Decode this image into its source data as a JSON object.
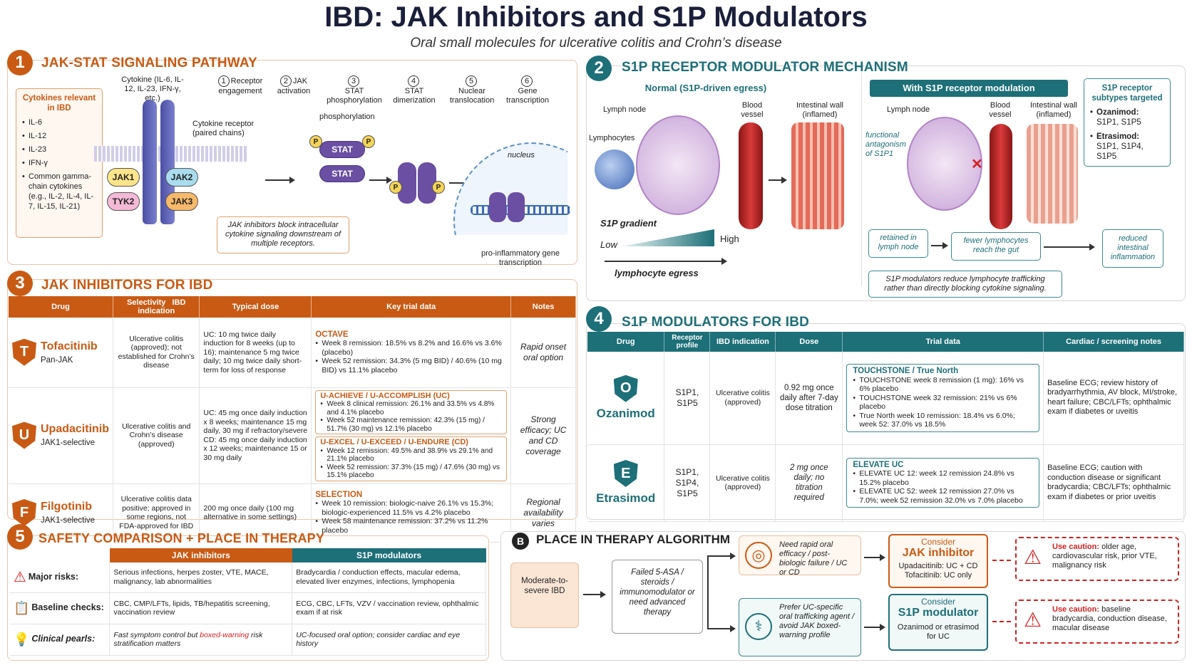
{
  "title": "IBD: JAK Inhibitors and S1P Modulators",
  "subtitle": "Oral small molecules for ulcerative colitis and Crohn’s disease",
  "s1": {
    "num": "1",
    "title": "JAK-STAT SIGNALING PATHWAY",
    "cyto_box_title": "Cytokines relevant in IBD",
    "cytokines": [
      "IL-6",
      "IL-12",
      "IL-23",
      "IFN-γ",
      "Common gamma-chain cytokines (e.g., IL-2, IL-4, IL-7, IL-15, IL-21)"
    ],
    "cytokine_label": "Cytokine (IL-6, IL-12, IL-23, IFN-γ, etc.)",
    "receptor_label": "Cytokine receptor (paired chains)",
    "jaks": [
      "JAK1",
      "TYK2",
      "JAK2",
      "JAK3"
    ],
    "steps": [
      {
        "n": "1",
        "label": "Receptor engagement"
      },
      {
        "n": "2",
        "label": "JAK activation"
      },
      {
        "n": "3",
        "label": "STAT phosphorylation"
      },
      {
        "n": "4",
        "label": "STAT dimerization"
      },
      {
        "n": "5",
        "label": "Nuclear translocation"
      },
      {
        "n": "6",
        "label": "Gene transcription"
      }
    ],
    "phos_label": "phosphorylation",
    "stat": "STAT",
    "p": "P",
    "nucleus": "nucleus",
    "gene_label": "pro-inflammatory gene transcription",
    "jak_note": "JAK inhibitors block intracellular cytokine signaling downstream of multiple receptors."
  },
  "s2": {
    "num": "2",
    "title": "S1P RECEPTOR MODULATOR MECHANISM",
    "normal_title": "Normal (S1P-driven egress)",
    "lymph_node": "Lymph node",
    "blood_vessel": "Blood vessel",
    "intestinal_wall": "Intestinal wall (inflamed)",
    "lymphocytes": "Lymphocytes",
    "gradient": "S1P gradient",
    "low": "Low",
    "high": "High",
    "egress": "lymphocyte egress",
    "mod_title": "With S1P receptor modulation",
    "func_antag": "functional antagonism of S1P1",
    "retained": "retained in lymph node",
    "fewer": "fewer lymphocytes reach the gut",
    "reduced": "reduced intestinal inflammation",
    "note": "S1P modulators reduce lymphocyte trafficking rather than directly blocking cytokine signaling.",
    "subtypes_title": "S1P receptor subtypes targeted",
    "subtypes": [
      {
        "drug": "Ozanimod:",
        "val": "S1P1, S1P5"
      },
      {
        "drug": "Etrasimod:",
        "val": "S1P1, S1P4, S1P5"
      }
    ]
  },
  "s3": {
    "num": "3",
    "title": "JAK INHIBITORS FOR IBD",
    "headers": [
      "Drug",
      "Selectivity",
      "IBD indication",
      "Typical dose",
      "Key trial data",
      "Notes"
    ],
    "rows": [
      {
        "letter": "T",
        "name": "Tofacitinib",
        "sel": "Pan-JAK",
        "ind": "Ulcerative colitis (approved); not established for Crohn’s disease",
        "dose": "UC: 10 mg twice daily induction for 8 weeks (up to 16); maintenance 5 mg twice daily; 10 mg twice daily short-term for loss of response",
        "trials": [
          {
            "name": "OCTAVE",
            "items": [
              "Week 8 remission: 18.5% vs 8.2% and 16.6% vs 3.6% (placebo)",
              "Week 52 remission: 34.3% (5 mg BID) / 40.6% (10 mg BID) vs 11.1% placebo"
            ]
          }
        ],
        "notes": "Rapid onset oral option"
      },
      {
        "letter": "U",
        "name": "Upadacitinib",
        "sel": "JAK1-selective",
        "ind": "Ulcerative colitis and Crohn’s disease (approved)",
        "dose": "UC: 45 mg once daily induction x 8 weeks; maintenance 15 mg daily, 30 mg if refractory/severe\nCD: 45 mg once daily induction x 12 weeks; maintenance 15 or 30 mg daily",
        "trials": [
          {
            "name": "U-ACHIEVE / U-ACCOMPLISH (UC)",
            "items": [
              "Week 8 clinical remission: 26.1% and 33.5% vs 4.8% and 4.1% placebo",
              "Week 52 maintenance remission: 42.3% (15 mg) / 51.7% (30 mg) vs 12.1% placebo"
            ]
          },
          {
            "name": "U-EXCEL / U-EXCEED / U-ENDURE (CD)",
            "items": [
              "Week 12 remission: 49.5% and 38.9% vs 29.1% and 21.1% placebo",
              "Week 52 remission: 37.3% (15 mg) / 47.6% (30 mg) vs 15.1% placebo"
            ]
          }
        ],
        "notes": "Strong efficacy; UC and CD coverage"
      },
      {
        "letter": "F",
        "name": "Filgotinib",
        "sel": "JAK1-selective",
        "ind": "Ulcerative colitis data positive; approved in some regions, not FDA-approved for IBD",
        "dose": "200 mg once daily (100 mg alternative in some settings)",
        "trials": [
          {
            "name": "SELECTION",
            "items": [
              "Week 10 remission: biologic-naive 26.1% vs 15.3%; biologic-experienced 11.5% vs 4.2% placebo",
              "Week 58 maintenance remission: 37.2% vs 11.2% placebo"
            ]
          }
        ],
        "notes": "Regional availability varies"
      }
    ]
  },
  "s4": {
    "num": "4",
    "title": "S1P MODULATORS FOR IBD",
    "headers": [
      "Drug",
      "Receptor profile",
      "IBD indication",
      "Dose",
      "Trial data",
      "Cardiac / screening notes"
    ],
    "rows": [
      {
        "letter": "O",
        "name": "Ozanimod",
        "profile": "S1P1, S1P5",
        "ind": "Ulcerative colitis (approved)",
        "dose": "0.92 mg once daily after 7-day dose titration",
        "trial_name": "TOUCHSTONE / True North",
        "items": [
          "TOUCHSTONE week 8 remission (1 mg): 16% vs 6% placebo",
          "TOUCHSTONE week 32 remission: 21% vs 6% placebo",
          "True North week 10 remission: 18.4% vs 6.0%; week 52: 37.0% vs 18.5%"
        ],
        "notes": "Baseline ECG; review history of bradyarrhythmia, AV block, MI/stroke, heart failure; CBC/LFTs; ophthalmic exam if diabetes or uveitis"
      },
      {
        "letter": "E",
        "name": "Etrasimod",
        "profile": "S1P1, S1P4, S1P5",
        "ind": "Ulcerative colitis (approved)",
        "dose": "2 mg once daily; no titration required",
        "trial_name": "ELEVATE UC",
        "items": [
          "ELEVATE UC 12: week 12 remission 24.8% vs 15.2% placebo",
          "ELEVATE UC 52: week 12 remission 27.0% vs 7.0%; week 52 remission 32.0% vs 7.0% placebo"
        ],
        "notes": "Baseline ECG; caution with conduction disease or significant bradycardia; CBC/LFTs; ophthalmic exam if diabetes or prior uveitis"
      }
    ]
  },
  "s5": {
    "num": "5",
    "title": "SAFETY COMPARISON + PLACE IN THERAPY",
    "col_jak": "JAK inhibitors",
    "col_s1p": "S1P modulators",
    "rows": [
      {
        "label": "Major risks:",
        "jak": "Serious infections, herpes zoster, VTE, MACE, malignancy, lab abnormalities",
        "s1p": "Bradycardia / conduction effects, macular edema, elevated liver enzymes, infections, lymphopenia"
      },
      {
        "label": "Baseline checks:",
        "jak": "CBC, CMP/LFTs, lipids, TB/hepatitis screening, vaccination review",
        "s1p": "ECG, CBC, LFTs, VZV / vaccination review, ophthalmic exam if at risk"
      },
      {
        "label": "Clinical pearls:",
        "jak_a": "Fast symptom control but ",
        "jak_b": "boxed-warning",
        "jak_c": " risk stratification matters",
        "s1p": "UC-focused oral option; consider cardiac and eye history"
      }
    ]
  },
  "algo": {
    "badge": "B",
    "title": "PLACE IN THERAPY ALGORITHM",
    "start": "Moderate-to-severe IBD",
    "failed": "Failed 5-ASA / steroids / immunomodulator or need advanced therapy",
    "top_need": "Need rapid oral efficacy / post-biologic failure / UC or CD",
    "bottom_need": "Prefer UC-specific oral trafficking agent / avoid JAK boxed-warning profile",
    "jak_consider": "Consider",
    "jak_name": "JAK inhibitor",
    "jak_detail": "Upadacitinib: UC + CD\nTofacitinib: UC only",
    "s1p_consider": "Consider",
    "s1p_name": "S1P modulator",
    "s1p_detail": "Ozanimod or etrasimod for UC",
    "caution_label": "Use caution:",
    "caution_jak": " older age, cardiovascular risk, prior VTE, malignancy risk",
    "caution_s1p": " baseline bradycardia, conduction disease, macular disease"
  }
}
